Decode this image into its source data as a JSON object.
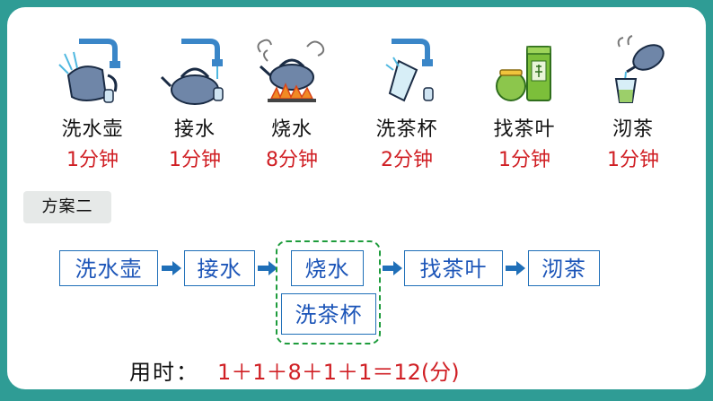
{
  "steps": [
    {
      "name": "洗水壶",
      "time": "1分钟",
      "icon": "washing-kettle-icon"
    },
    {
      "name": "接水",
      "time": "1分钟",
      "icon": "filling-kettle-icon"
    },
    {
      "name": "烧水",
      "time": "8分钟",
      "icon": "boiling-kettle-icon"
    },
    {
      "name": "洗茶杯",
      "time": "2分钟",
      "icon": "washing-cup-icon"
    },
    {
      "name": "找茶叶",
      "time": "1分钟",
      "icon": "tea-leaves-jar-icon"
    },
    {
      "name": "沏茶",
      "time": "1分钟",
      "icon": "pouring-tea-icon"
    }
  ],
  "plan": {
    "label": "方案二",
    "flow": [
      "洗水壶",
      "接水",
      "烧水",
      "洗茶杯",
      "找茶叶",
      "沏茶"
    ]
  },
  "total": {
    "label": "用时：",
    "expression": "1＋1＋8＋1＋1＝12(分)"
  },
  "colors": {
    "frame": "#2f9c95",
    "time_text": "#d01f24",
    "flow_text": "#1c55b8",
    "flow_border": "#1f6fb8",
    "group_border": "#1e9c3c",
    "plan_label_bg": "#e6e9e8"
  }
}
